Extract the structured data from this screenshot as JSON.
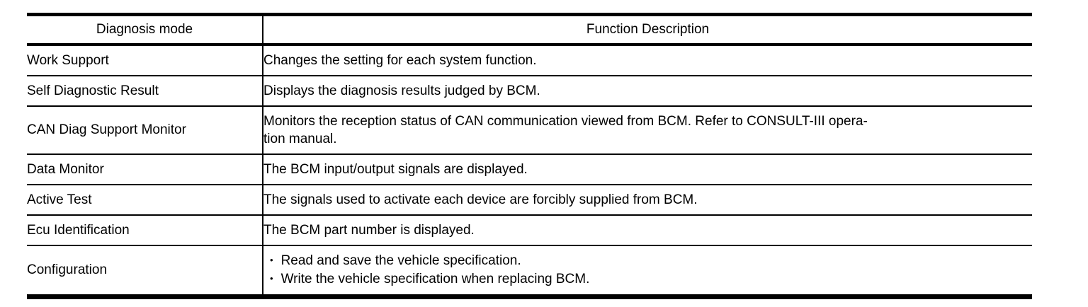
{
  "table": {
    "colors": {
      "border": "#000000",
      "text": "#000000",
      "background": "#ffffff"
    },
    "columns": [
      {
        "label": "Diagnosis mode"
      },
      {
        "label": "Function Description"
      }
    ],
    "rows": [
      {
        "mode": "Work Support",
        "description_lines": [
          "Changes the setting for each system function."
        ]
      },
      {
        "mode": "Self Diagnostic Result",
        "description_lines": [
          "Displays the diagnosis results judged by BCM."
        ]
      },
      {
        "mode": "CAN Diag Support Monitor",
        "description_lines": [
          "Monitors the reception status of CAN communication viewed from BCM. Refer to CONSULT-III opera-",
          "tion manual."
        ]
      },
      {
        "mode": "Data Monitor",
        "description_lines": [
          "The BCM input/output signals are displayed."
        ]
      },
      {
        "mode": "Active Test",
        "description_lines": [
          "The signals used to activate each device are forcibly supplied from BCM."
        ]
      },
      {
        "mode": "Ecu Identification",
        "description_lines": [
          "The BCM part number is displayed."
        ]
      },
      {
        "mode": "Configuration",
        "bullets": [
          "Read and save the vehicle specification.",
          "Write the vehicle specification when replacing BCM."
        ]
      }
    ]
  }
}
